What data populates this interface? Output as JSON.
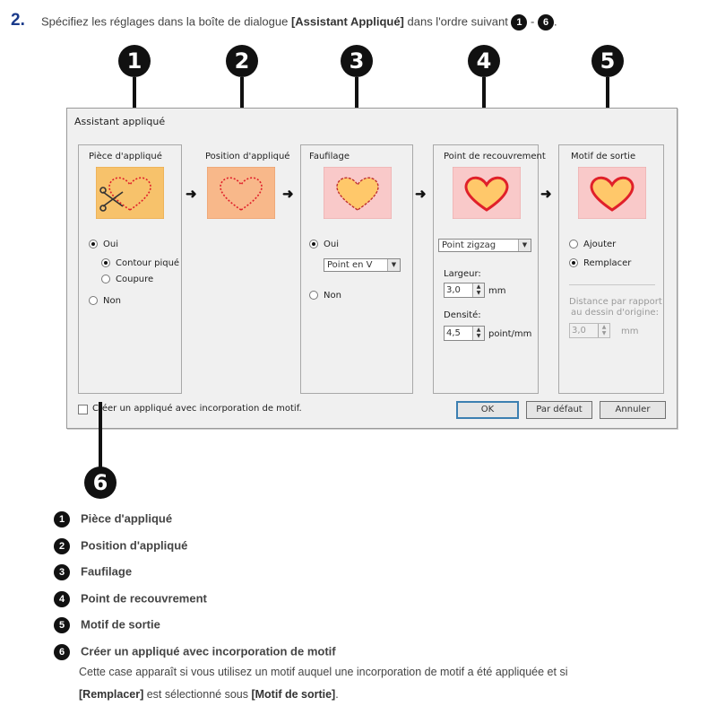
{
  "step": {
    "number": "2.",
    "text_before": "Spécifiez les réglages dans la boîte de dialogue ",
    "dialog_ref": "[Assistant Appliqué]",
    "text_after": " dans l'ordre suivant ",
    "from_badge": "1",
    "dash": " - ",
    "to_badge": "6",
    "end": "."
  },
  "callouts": [
    "1",
    "2",
    "3",
    "4",
    "5",
    "6"
  ],
  "dialog": {
    "title": "Assistant appliqué",
    "groups": {
      "piece": {
        "label": "Pièce d'appliqué",
        "oui": "Oui",
        "contour": "Contour piqué",
        "coupure": "Coupure",
        "non": "Non"
      },
      "position": {
        "label": "Position d'appliqué"
      },
      "faufilage": {
        "label": "Faufilage",
        "oui": "Oui",
        "combo_value": "Point en V",
        "non": "Non"
      },
      "recouvrement": {
        "label": "Point de recouvrement",
        "combo_value": "Point zigzag",
        "largeur_label": "Largeur:",
        "largeur_value": "3,0",
        "largeur_unit": "mm",
        "densite_label": "Densité:",
        "densite_value": "4,5",
        "densite_unit": "point/mm"
      },
      "motif": {
        "label": "Motif de sortie",
        "ajouter": "Ajouter",
        "remplacer": "Remplacer",
        "distance_label_1": "Distance par rapport",
        "distance_label_2": "au dessin d'origine:",
        "distance_value": "3,0",
        "distance_unit": "mm"
      }
    },
    "checkbox_label": "Créer un appliqué avec incorporation de motif.",
    "buttons": {
      "ok": "OK",
      "default": "Par défaut",
      "cancel": "Annuler"
    }
  },
  "legend": [
    {
      "badge": "1",
      "label": "Pièce d'appliqué"
    },
    {
      "badge": "2",
      "label": "Position d'appliqué"
    },
    {
      "badge": "3",
      "label": "Faufilage"
    },
    {
      "badge": "4",
      "label": "Point de recouvrement"
    },
    {
      "badge": "5",
      "label": "Motif de sortie"
    },
    {
      "badge": "6",
      "label": "Créer un appliqué avec incorporation de motif"
    }
  ],
  "description": {
    "line1": "Cette case apparaît si vous utilisez un motif auquel une incorporation de motif a été appliquée et si",
    "bold1": "[Remplacer]",
    "mid": " est sélectionné sous ",
    "bold2": "[Motif de sortie]",
    "end": "."
  },
  "colors": {
    "heading_blue": "#1a3a8a",
    "badge_black": "#111111",
    "preview_orange": "#f7c26b",
    "preview_peach": "#f8b88a",
    "preview_pink": "#f9c9c9",
    "heart_red": "#e0202a",
    "heart_fill": "#ffc86a"
  }
}
